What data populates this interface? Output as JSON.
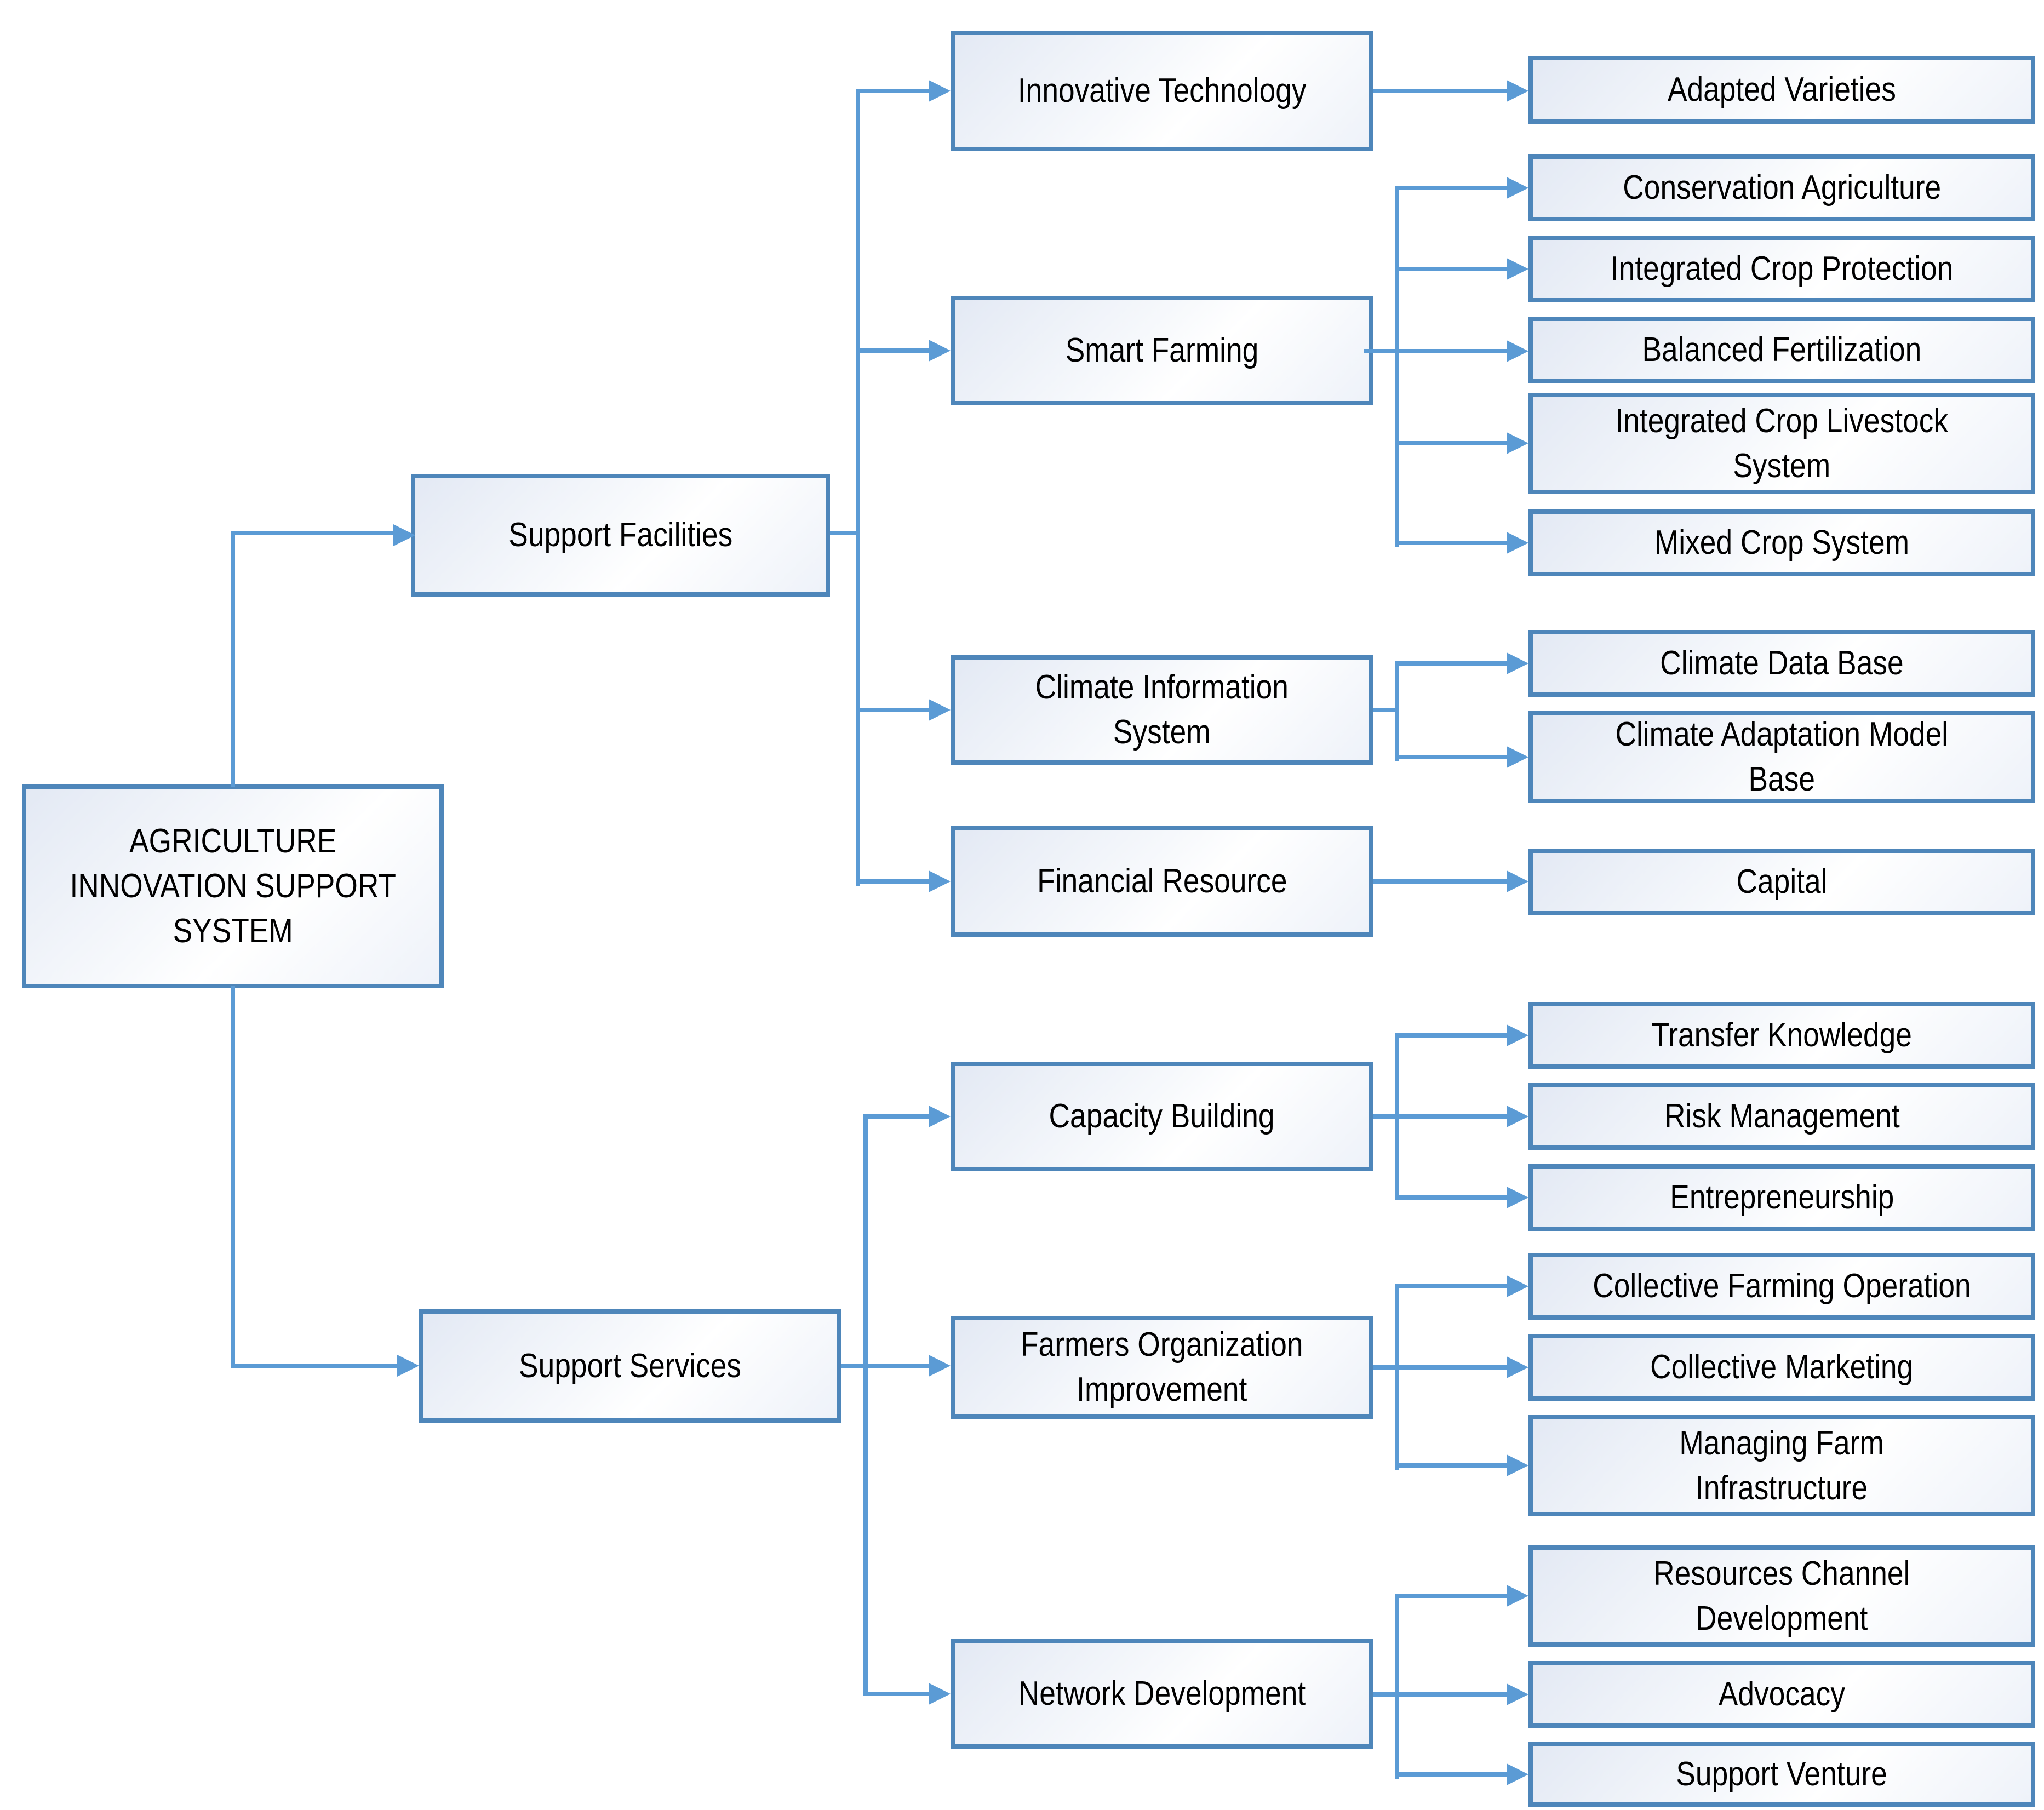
{
  "colors": {
    "box_border": "#4e86ba",
    "connector": "#5b9bd5",
    "box_fill_light": "#e3e9f4",
    "box_fill_white": "#ffffff",
    "text": "#000000"
  },
  "nodes": {
    "root": "AGRICULTURE\nINNOVATION SUPPORT\nSYSTEM",
    "support_facilities": "Support Facilities",
    "support_services": "Support Services",
    "innovative_technology": "Innovative Technology",
    "smart_farming": "Smart Farming",
    "climate_information_system": "Climate Information\nSystem",
    "financial_resource": "Financial Resource",
    "capacity_building": "Capacity Building",
    "farmers_organization_improvement": "Farmers Organization\nImprovement",
    "network_development": "Network Development",
    "adapted_varieties": "Adapted Varieties",
    "conservation_agriculture": "Conservation Agriculture",
    "integrated_crop_protection": "Integrated Crop Protection",
    "balanced_fertilization": "Balanced Fertilization",
    "integrated_crop_livestock_system": "Integrated Crop Livestock\nSystem",
    "mixed_crop_system": "Mixed Crop System",
    "climate_data_base": "Climate Data Base",
    "climate_adaptation_model_base": "Climate Adaptation Model\nBase",
    "capital": "Capital",
    "transfer_knowledge": "Transfer Knowledge",
    "risk_management": "Risk Management",
    "entrepreneurship": "Entrepreneurship",
    "collective_farming_operation": "Collective Farming Operation",
    "collective_marketing": "Collective Marketing",
    "managing_farm_infrastructure": "Managing Farm\nInfrastructure",
    "resources_channel_development": "Resources Channel\nDevelopment",
    "advocacy": "Advocacy",
    "support_venture": "Support Venture"
  },
  "edges": [
    {
      "from": "AGRICULTURE INNOVATION SUPPORT SYSTEM",
      "to": [
        "Support Facilities",
        "Support Services"
      ]
    },
    {
      "from": "Support Facilities",
      "to": [
        "Innovative Technology",
        "Smart Farming",
        "Climate Information System",
        "Financial Resource"
      ]
    },
    {
      "from": "Support Services",
      "to": [
        "Capacity Building",
        "Farmers Organization Improvement",
        "Network Development"
      ]
    },
    {
      "from": "Innovative Technology",
      "to": [
        "Adapted Varieties"
      ]
    },
    {
      "from": "Smart Farming",
      "to": [
        "Conservation Agriculture",
        "Integrated Crop Protection",
        "Balanced Fertilization",
        "Integrated Crop Livestock System",
        "Mixed Crop System"
      ]
    },
    {
      "from": "Climate Information System",
      "to": [
        "Climate Data Base",
        "Climate Adaptation Model Base"
      ]
    },
    {
      "from": "Financial Resource",
      "to": [
        "Capital"
      ]
    },
    {
      "from": "Capacity Building",
      "to": [
        "Transfer Knowledge",
        "Risk Management",
        "Entrepreneurship"
      ]
    },
    {
      "from": "Farmers Organization Improvement",
      "to": [
        "Collective Farming Operation",
        "Collective Marketing",
        "Managing Farm Infrastructure"
      ]
    },
    {
      "from": "Network Development",
      "to": [
        "Resources Channel Development",
        "Advocacy",
        "Support Venture"
      ]
    }
  ]
}
